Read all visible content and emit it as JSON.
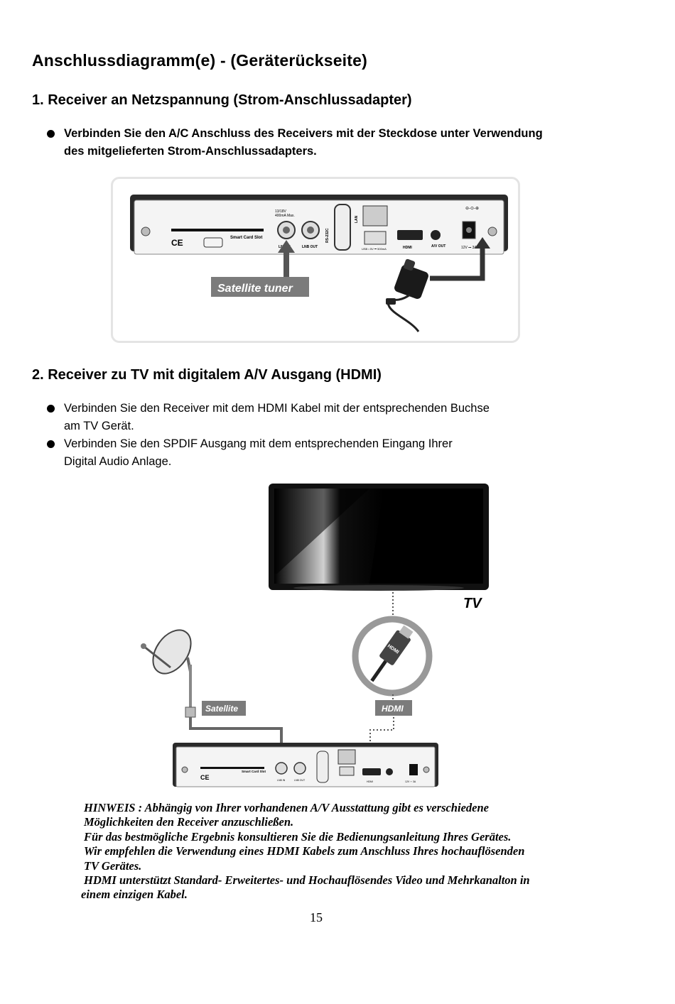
{
  "title": "Anschlussdiagramm(e)  -  (Geräterückseite)",
  "section1": {
    "heading": "1. Receiver  an  Netzspannung  (Strom-Anschlussadapter)",
    "bullets": [
      [
        "Verbinden Sie den A/C Anschluss des Receivers mit der Steckdose unter Verwendung",
        "des mitgelieferten Strom-Anschlussadapters."
      ]
    ]
  },
  "figure1": {
    "callout": "Satellite tuner",
    "panel": {
      "smartcard": "Smart Card Slot",
      "voltage": "13/18V",
      "current": "400mA Max.",
      "lnb_in": "LNB IN",
      "lnb_out": "LNB OUT",
      "rs232": "RS-232C",
      "lan": "LAN",
      "usb": "USB • 5V ⎓ 500mA",
      "hdmi": "HDMI",
      "av_out": "A/V OUT",
      "dc": "12V ⎓ 3A"
    }
  },
  "section2": {
    "heading": "2. Receiver  zu  TV  mit  digitalem  A/V  Ausgang  (HDMI)",
    "bullets": [
      [
        "Verbinden Sie den Receiver mit dem HDMI Kabel mit der entsprechenden Buchse",
        "am TV Gerät."
      ],
      [
        "Verbinden Sie den SPDIF Ausgang mit dem entsprechenden Eingang Ihrer",
        "Digital Audio Anlage."
      ]
    ]
  },
  "figure2": {
    "tv_label": "TV",
    "satellite_label": "Satellite",
    "hdmi_label": "HDMI",
    "hdmi_plug_text": "HDMI"
  },
  "note": [
    "HINWEIS : Abhängig von Ihrer vorhandenen A/V Ausstattung gibt es verschiedene",
    "Möglichkeiten den Receiver anzuschließen.",
    "Für das bestmögliche Ergebnis konsultieren Sie die Bedienungsanleitung Ihres Gerätes.",
    "Wir empfehlen die Verwendung eines HDMI Kabels zum Anschluss Ihres hochauflösenden",
    "TV Gerätes.",
    "HDMI unterstützt Standard- Erweitertes- und Hochauflösendes Video und Mehrkanalton in",
    "einem einzigen Kabel."
  ],
  "page_number": "15",
  "colors": {
    "callout_bg": "#7b7b7b",
    "arrow": "#555555",
    "panel_dark": "#2a2a2a"
  }
}
